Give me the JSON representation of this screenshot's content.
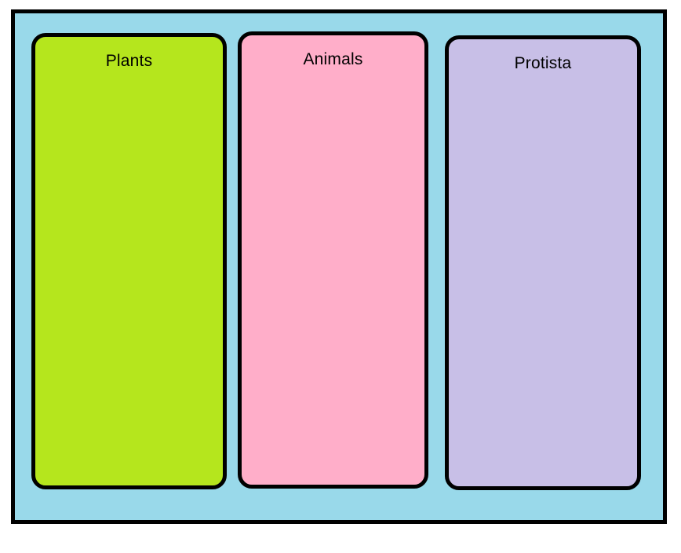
{
  "page": {
    "background": "#FFFFFF"
  },
  "canvas": {
    "background": "#99D9EA",
    "border_color": "#000000"
  },
  "columns": [
    {
      "label": "Plants",
      "fill": "#B5E61D"
    },
    {
      "label": "Animals",
      "fill": "#FFAEC9"
    },
    {
      "label": "Protista",
      "fill": "#C8BFE7"
    }
  ]
}
